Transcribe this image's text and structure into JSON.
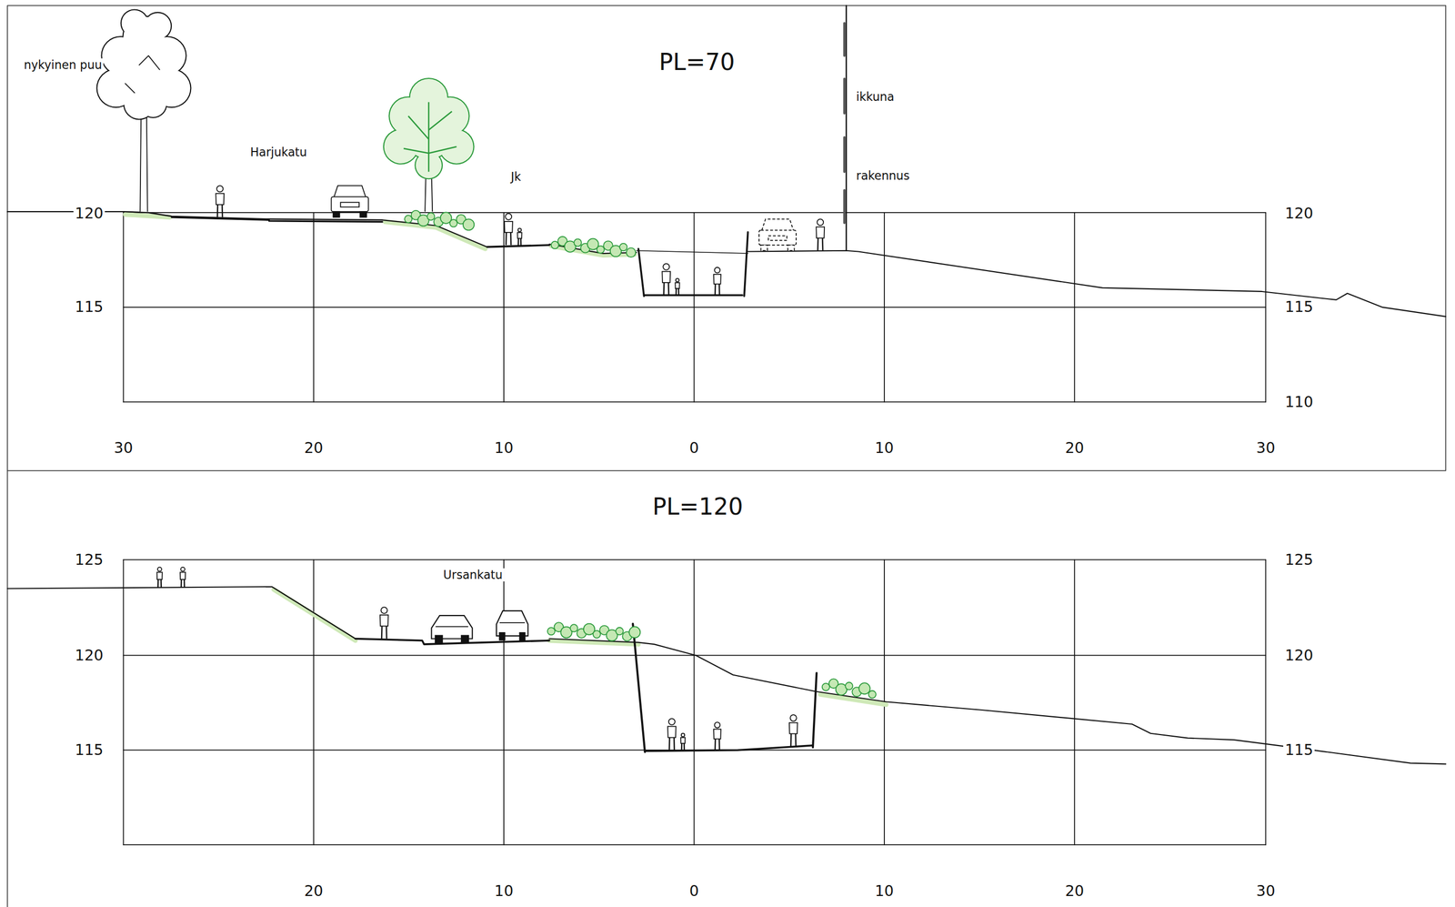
{
  "diagram": {
    "labels": [
      "nykyinen puu",
      "Harjukatu",
      "PL=70",
      "Jk",
      "ikkuna",
      "rakennus",
      "120",
      "115",
      "120",
      "115",
      "110",
      "30",
      "20",
      "10",
      "0",
      "10",
      "20",
      "30",
      "PL=120",
      "Ursankatu",
      "125",
      "120",
      "115",
      "125",
      "120",
      "115",
      "20",
      "10",
      "0",
      "10",
      "20",
      "30"
    ]
  }
}
